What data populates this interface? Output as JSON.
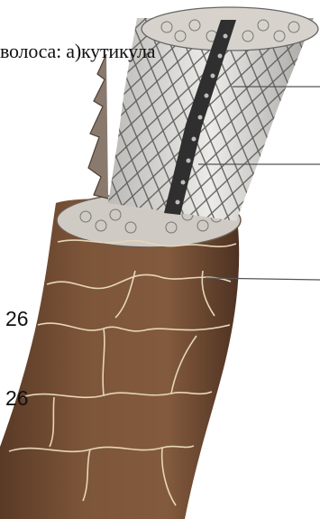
{
  "caption": "волоса: а)кутикула",
  "labels": [
    "26",
    "26"
  ],
  "colors": {
    "shaft": "#7a5238",
    "shaft_dark": "#4f3222",
    "cracks": "#e7d6b8",
    "cortex": "#dedbd6",
    "cortex_lines": "#5e5e5e",
    "medulla": "#2f2f2f",
    "leader_lines": "#555555"
  }
}
